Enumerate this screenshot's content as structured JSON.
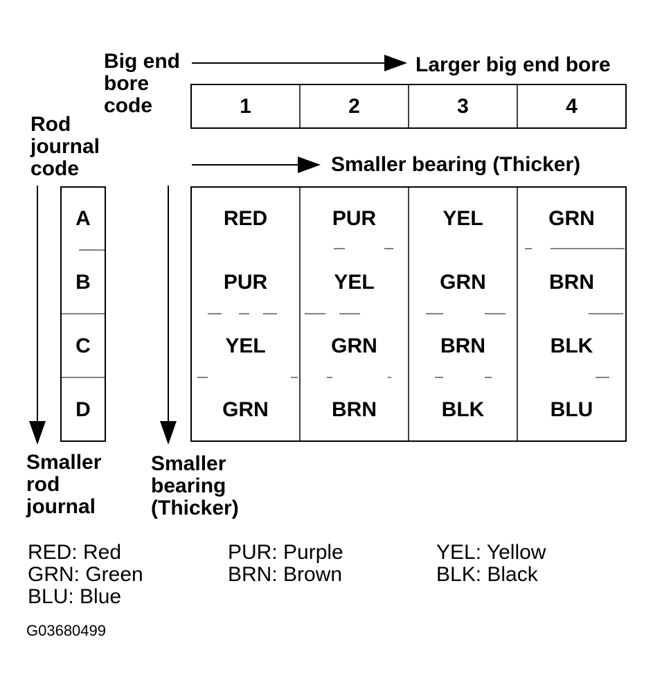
{
  "big_end": {
    "label_lines": [
      "Big end",
      "bore",
      "code"
    ],
    "direction_label": "Larger big end bore",
    "codes": [
      "1",
      "2",
      "3",
      "4"
    ]
  },
  "rod_journal": {
    "label_lines": [
      "Rod",
      "journal",
      "code"
    ],
    "codes": [
      "A",
      "B",
      "C",
      "D"
    ],
    "bottom_label_lines": [
      "Smaller",
      "rod",
      "journal"
    ]
  },
  "bearing": {
    "top_label": "Smaller bearing (Thicker)",
    "side_label_lines": [
      "Smaller",
      "bearing",
      "(Thicker)"
    ]
  },
  "grid": [
    [
      "RED",
      "PUR",
      "YEL",
      "GRN"
    ],
    [
      "PUR",
      "YEL",
      "GRN",
      "BRN"
    ],
    [
      "YEL",
      "GRN",
      "BRN",
      "BLK"
    ],
    [
      "GRN",
      "BRN",
      "BLK",
      "BLU"
    ]
  ],
  "legend": [
    "RED: Red",
    "PUR: Purple",
    "YEL: Yellow",
    "GRN: Green",
    "BRN: Brown",
    "BLK: Black",
    "BLU: Blue"
  ],
  "figure_code": "G03680499"
}
